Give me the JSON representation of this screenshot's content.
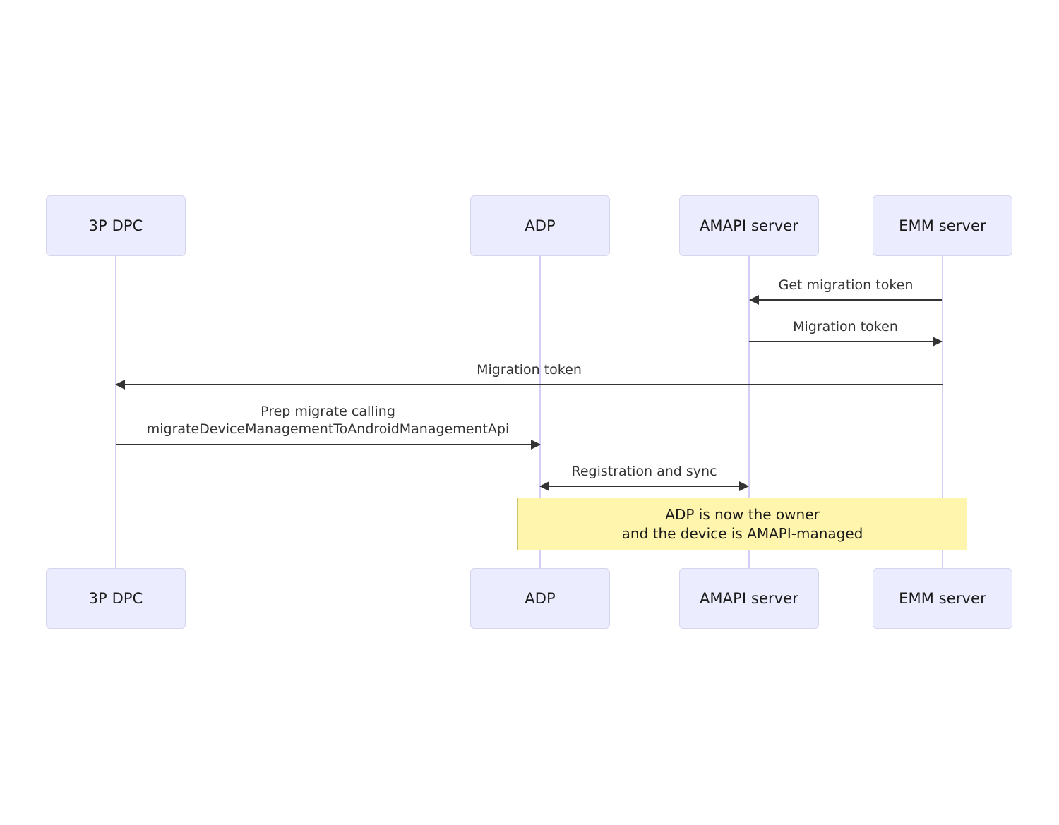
{
  "diagram": {
    "type": "sequence-diagram",
    "title": "",
    "background_color": "#ffffff",
    "participant_fill": "#ececff",
    "participant_border": "#d5d5f0",
    "lifeline_color": "#d6cdf5",
    "arrow_color": "#333333",
    "note_fill": "#fff5ad",
    "note_border": "#c9c56a"
  },
  "participants": [
    {
      "id": "dpc",
      "label": "3P DPC"
    },
    {
      "id": "adp",
      "label": "ADP"
    },
    {
      "id": "amapi",
      "label": "AMAPI server"
    },
    {
      "id": "emm",
      "label": "EMM server"
    }
  ],
  "messages": [
    {
      "id": "m1",
      "label": "Get migration token",
      "label_lines": [
        "Get migration token"
      ],
      "from": "emm",
      "to": "amapi",
      "direction": "left"
    },
    {
      "id": "m2",
      "label": "Migration token",
      "label_lines": [
        "Migration token"
      ],
      "from": "amapi",
      "to": "emm",
      "direction": "right"
    },
    {
      "id": "m3",
      "label": "Migration token",
      "label_lines": [
        "Migration token"
      ],
      "from": "emm",
      "to": "dpc",
      "direction": "left"
    },
    {
      "id": "m4",
      "label": "Prep migrate calling migrateDeviceManagementToAndroidManagementApi",
      "label_lines": [
        "Prep migrate calling",
        "migrateDeviceManagementToAndroidManagementApi"
      ],
      "from": "dpc",
      "to": "adp",
      "direction": "right"
    },
    {
      "id": "m5",
      "label": "Registration and sync",
      "label_lines": [
        "Registration and sync"
      ],
      "from": "adp",
      "to": "amapi",
      "direction": "both"
    }
  ],
  "notes": [
    {
      "id": "n1",
      "lines": [
        "ADP is now the owner",
        "and the device is AMAPI-managed"
      ],
      "spans": [
        "adp",
        "emm"
      ]
    }
  ]
}
